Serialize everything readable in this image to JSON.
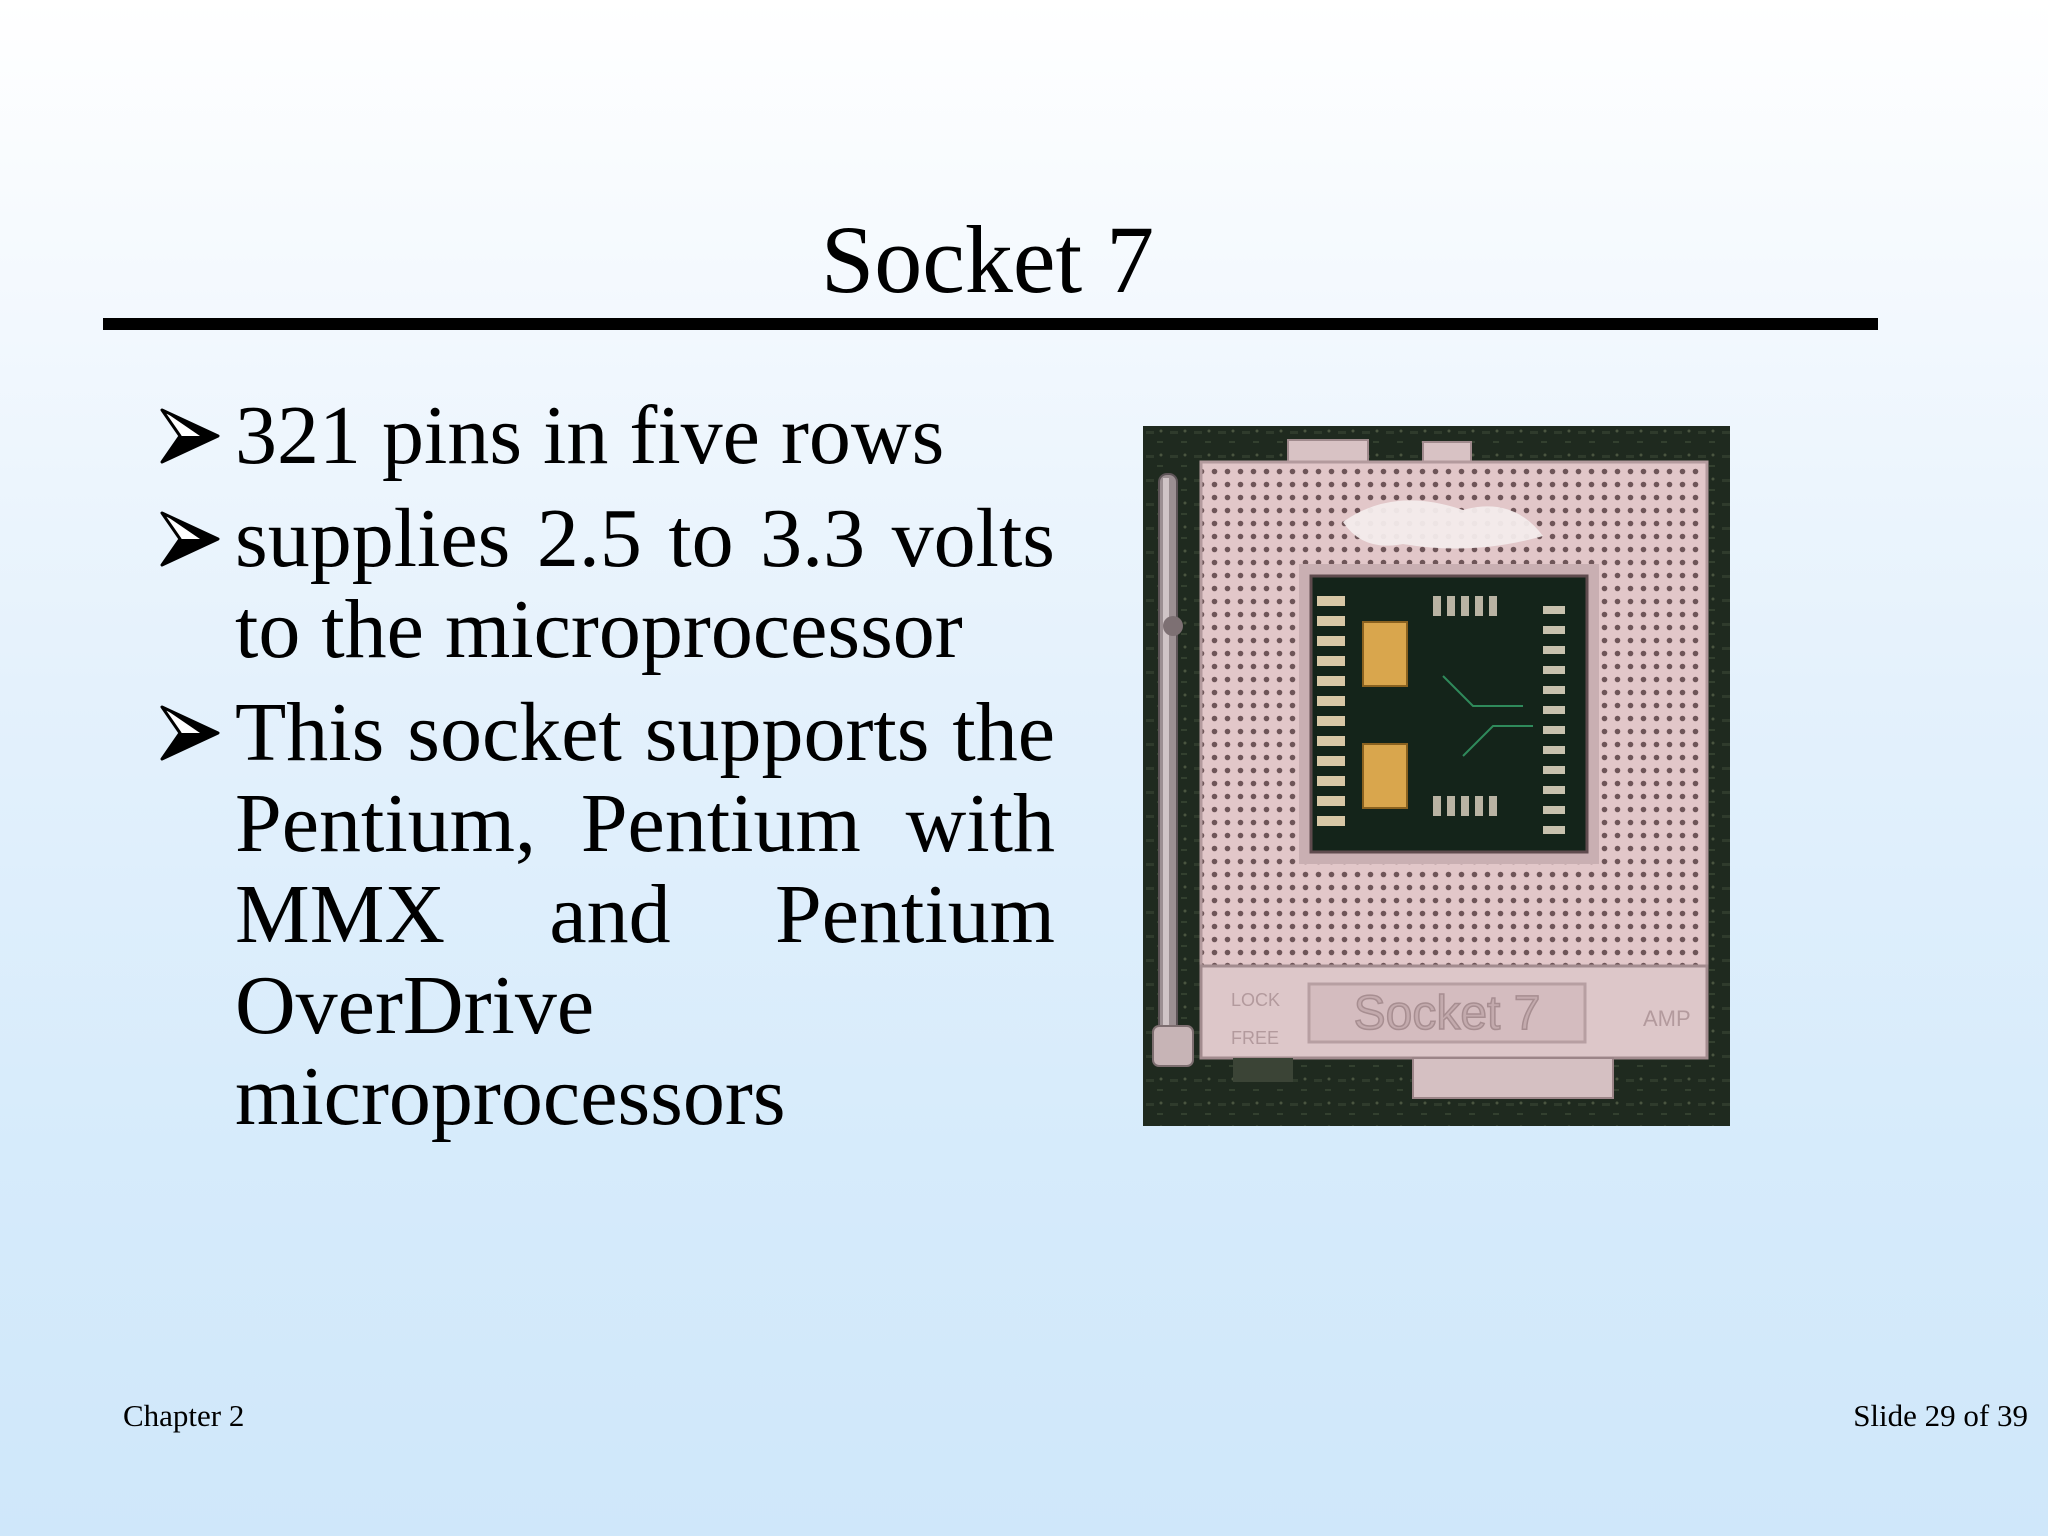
{
  "slide": {
    "title": "Socket 7",
    "bullets": [
      "321 pins in five rows",
      "supplies 2.5 to 3.3 volts to the microprocessor",
      "This socket supports the Pentium, Pentium with MMX and Pentium OverDrive microprocessors"
    ],
    "bullet_icon": "arrowhead-bullet-icon",
    "image": {
      "socket_label": "Socket 7",
      "lock_text": [
        "LOCK",
        "FREE"
      ],
      "brand_text": "AMP"
    }
  },
  "footer": {
    "left": "Chapter 2",
    "right": "Slide 29 of 39"
  }
}
